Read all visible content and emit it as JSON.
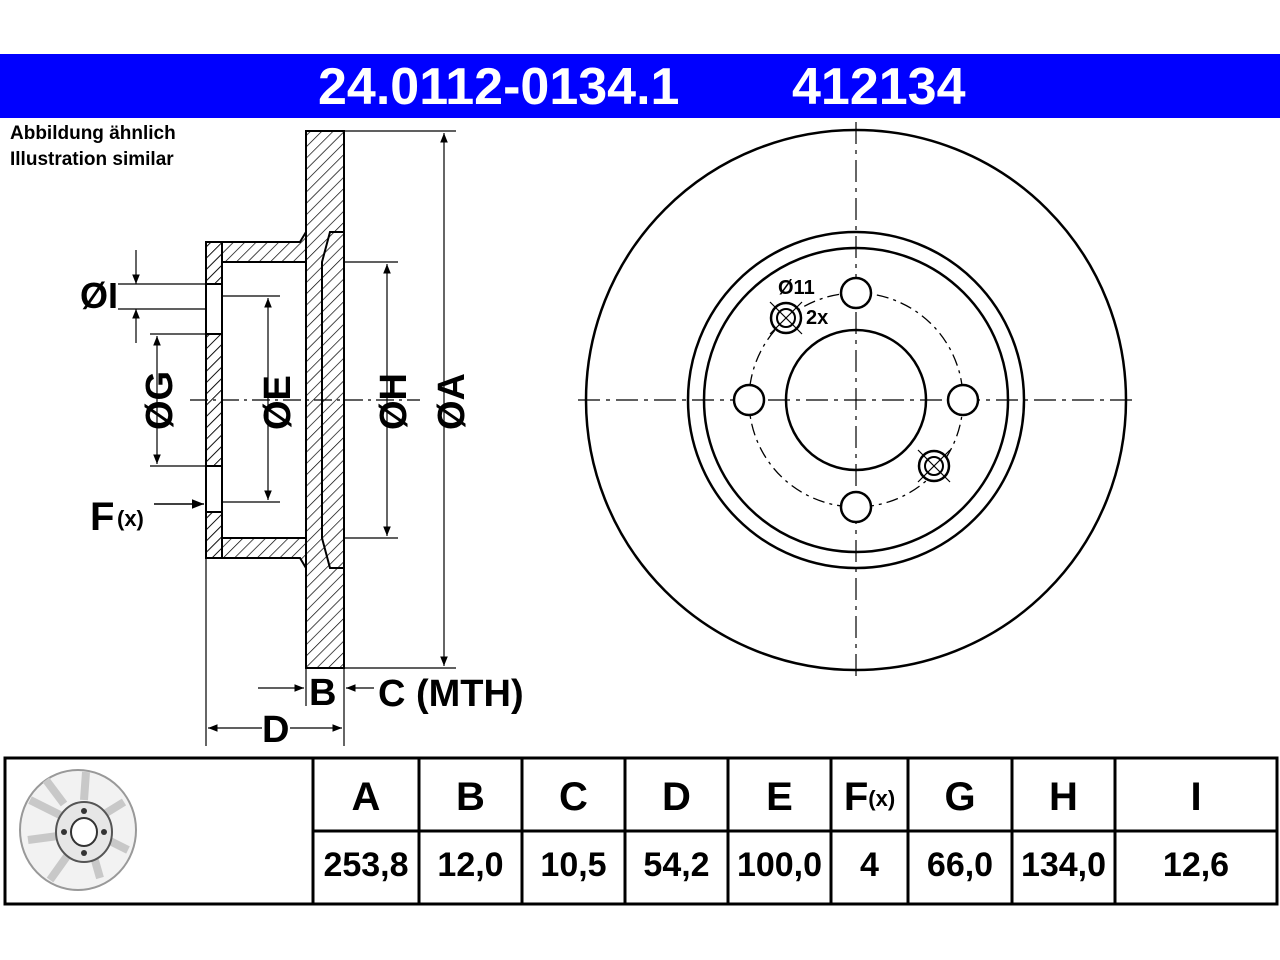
{
  "header": {
    "part_number": "24.0112-0134.1",
    "reference": "412134",
    "background_color": "#0000ff",
    "text_color": "#ffffff"
  },
  "notes": {
    "line1": "Abbildung ähnlich",
    "line2": "Illustration similar"
  },
  "section_labels": {
    "dia_i": "ØI",
    "dia_g": "ØG",
    "dia_e": "ØE",
    "dia_h": "ØH",
    "dia_a": "ØA",
    "f": "F",
    "f_sub": "(x)",
    "b": "B",
    "c": "C (MTH)",
    "d": "D"
  },
  "front_labels": {
    "hole_dia": "Ø11",
    "hole_count": "2x"
  },
  "table": {
    "columns": [
      {
        "label": "A",
        "sub": "",
        "value": "253,8"
      },
      {
        "label": "B",
        "sub": "",
        "value": "12,0"
      },
      {
        "label": "C",
        "sub": "",
        "value": "10,5"
      },
      {
        "label": "D",
        "sub": "",
        "value": "54,2"
      },
      {
        "label": "E",
        "sub": "",
        "value": "100,0"
      },
      {
        "label": "F",
        "sub": "(x)",
        "value": "4"
      },
      {
        "label": "G",
        "sub": "",
        "value": "66,0"
      },
      {
        "label": "H",
        "sub": "",
        "value": "134,0"
      },
      {
        "label": "I",
        "sub": "",
        "value": "12,6"
      }
    ]
  },
  "icons": {
    "disc_thumbnail": "brake-disc-3d-icon"
  }
}
